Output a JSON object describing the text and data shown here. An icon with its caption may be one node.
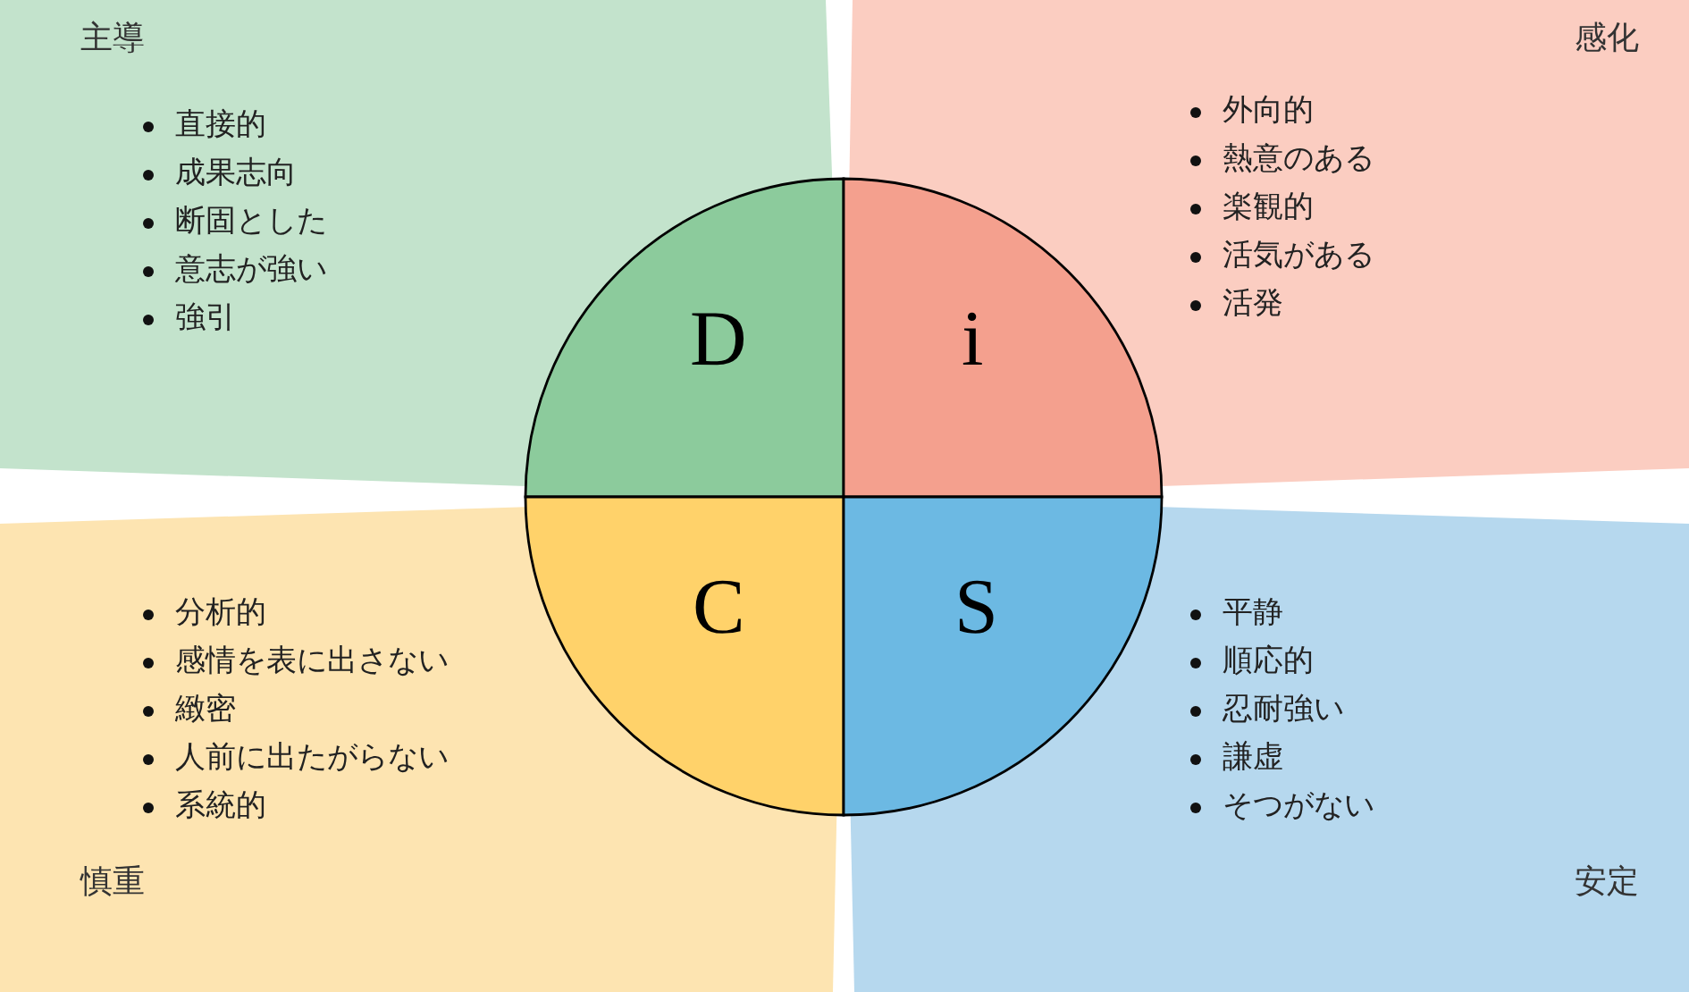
{
  "diagram": {
    "nodes": [
      {
        "text": [
          "主導",
          "直接的",
          "成果志向",
          "断固とした",
          "意志が強い",
          "強引"
        ]
      },
      {
        "text": [
          "感化",
          "外向的",
          "熱意のある",
          "楽観的",
          "活気がある",
          "活発"
        ]
      },
      {
        "text": [
          "慎重",
          "分析的",
          "感情を表に出さない",
          "緻密",
          "人前に出たがらない",
          "系統的"
        ]
      },
      {
        "text": [
          "安定",
          "平静",
          "順応的",
          "忍耐強い",
          "謙虚",
          "そつがない"
        ]
      },
      {
        "text": [
          "D"
        ],
        "in": 0
      },
      {
        "text": [
          "i"
        ],
        "in": 1
      },
      {
        "text": [
          "C"
        ],
        "in": 2
      },
      {
        "text": [
          "S"
        ],
        "in": 3
      }
    ]
  }
}
